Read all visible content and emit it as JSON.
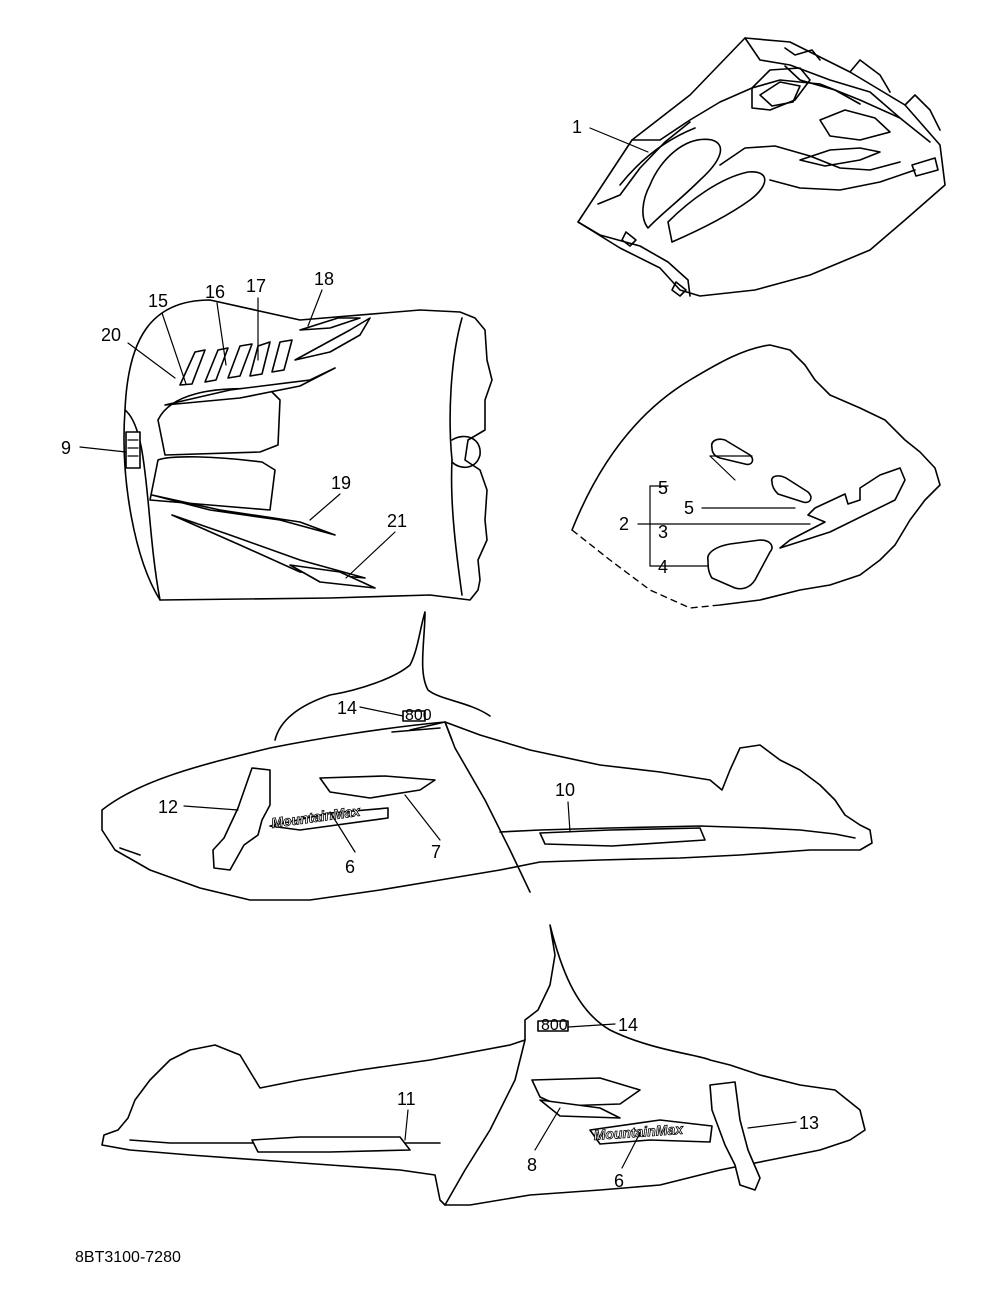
{
  "diagram": {
    "part_code": "8BT3100-7280",
    "callouts": {
      "c1": "1",
      "c2": "2",
      "c3": "3",
      "c4": "4",
      "c5a": "5",
      "c5b": "5",
      "c6a": "6",
      "c6b": "6",
      "c7": "7",
      "c8": "8",
      "c9": "9",
      "c10": "10",
      "c11": "11",
      "c12": "12",
      "c13": "13",
      "c14a": "14",
      "c14b": "14",
      "c15": "15",
      "c16": "16",
      "c17": "17",
      "c18": "18",
      "c19": "19",
      "c20": "20",
      "c21": "21"
    },
    "decal_text": {
      "mountain_max": "MountainMax",
      "engine_badge": "800"
    }
  }
}
